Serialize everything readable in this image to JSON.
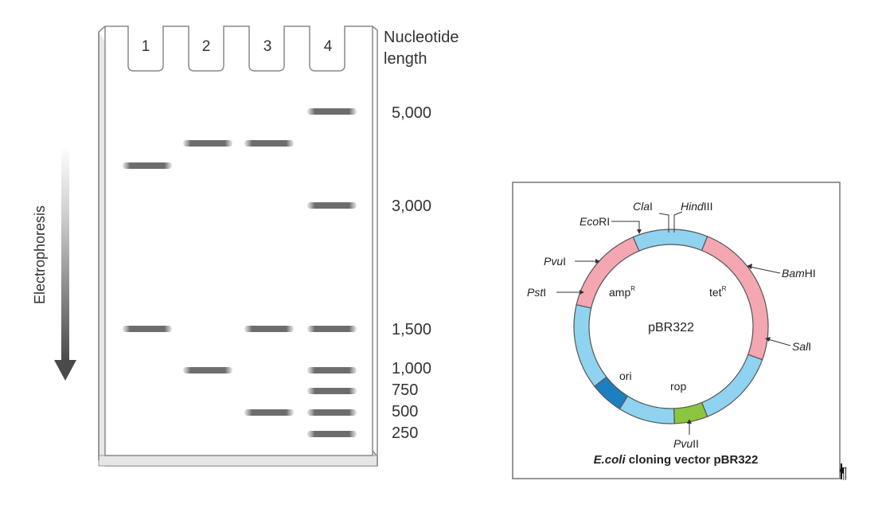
{
  "gel": {
    "lanes": [
      "1",
      "2",
      "3",
      "4"
    ],
    "header": [
      "Nucleotide",
      "length"
    ],
    "arrow_label": "Electrophoresis",
    "ladder": [
      "5,000",
      "3,000",
      "1,500",
      "1,000",
      "750",
      "500",
      "250"
    ],
    "bands": {
      "1": [
        3600,
        1500
      ],
      "2": [
        4300,
        1000
      ],
      "3": [
        4300,
        1500,
        500
      ],
      "4": [
        5000,
        3000,
        1500,
        1000,
        750,
        500,
        250
      ]
    }
  },
  "plasmid": {
    "center_label": "pBR322",
    "caption_italic": "E.coli",
    "caption_rest": " cloning vector pBR322",
    "genes": {
      "amp": "amp",
      "amp_sup": "R",
      "tet": "tet",
      "tet_sup": "R",
      "ori": "ori",
      "rop": "rop"
    },
    "sites": {
      "ClaI": [
        "Cla",
        "I"
      ],
      "HindIII": [
        "Hind",
        "III"
      ],
      "EcoRI": [
        "Eco",
        "RI"
      ],
      "BamHI": [
        "Bam",
        "HI"
      ],
      "PvuI": [
        "Pvu",
        "I"
      ],
      "PstI": [
        "Pst",
        "I"
      ],
      "SalI": [
        "Sal",
        "I"
      ],
      "PvuII": [
        "Pvu",
        "II"
      ]
    },
    "colors": {
      "pink": "#f4a7b1",
      "blue": "#8fd3f0",
      "darkblue": "#1c7fc0",
      "green": "#8cc63f"
    }
  },
  "pilcrow": "¶"
}
